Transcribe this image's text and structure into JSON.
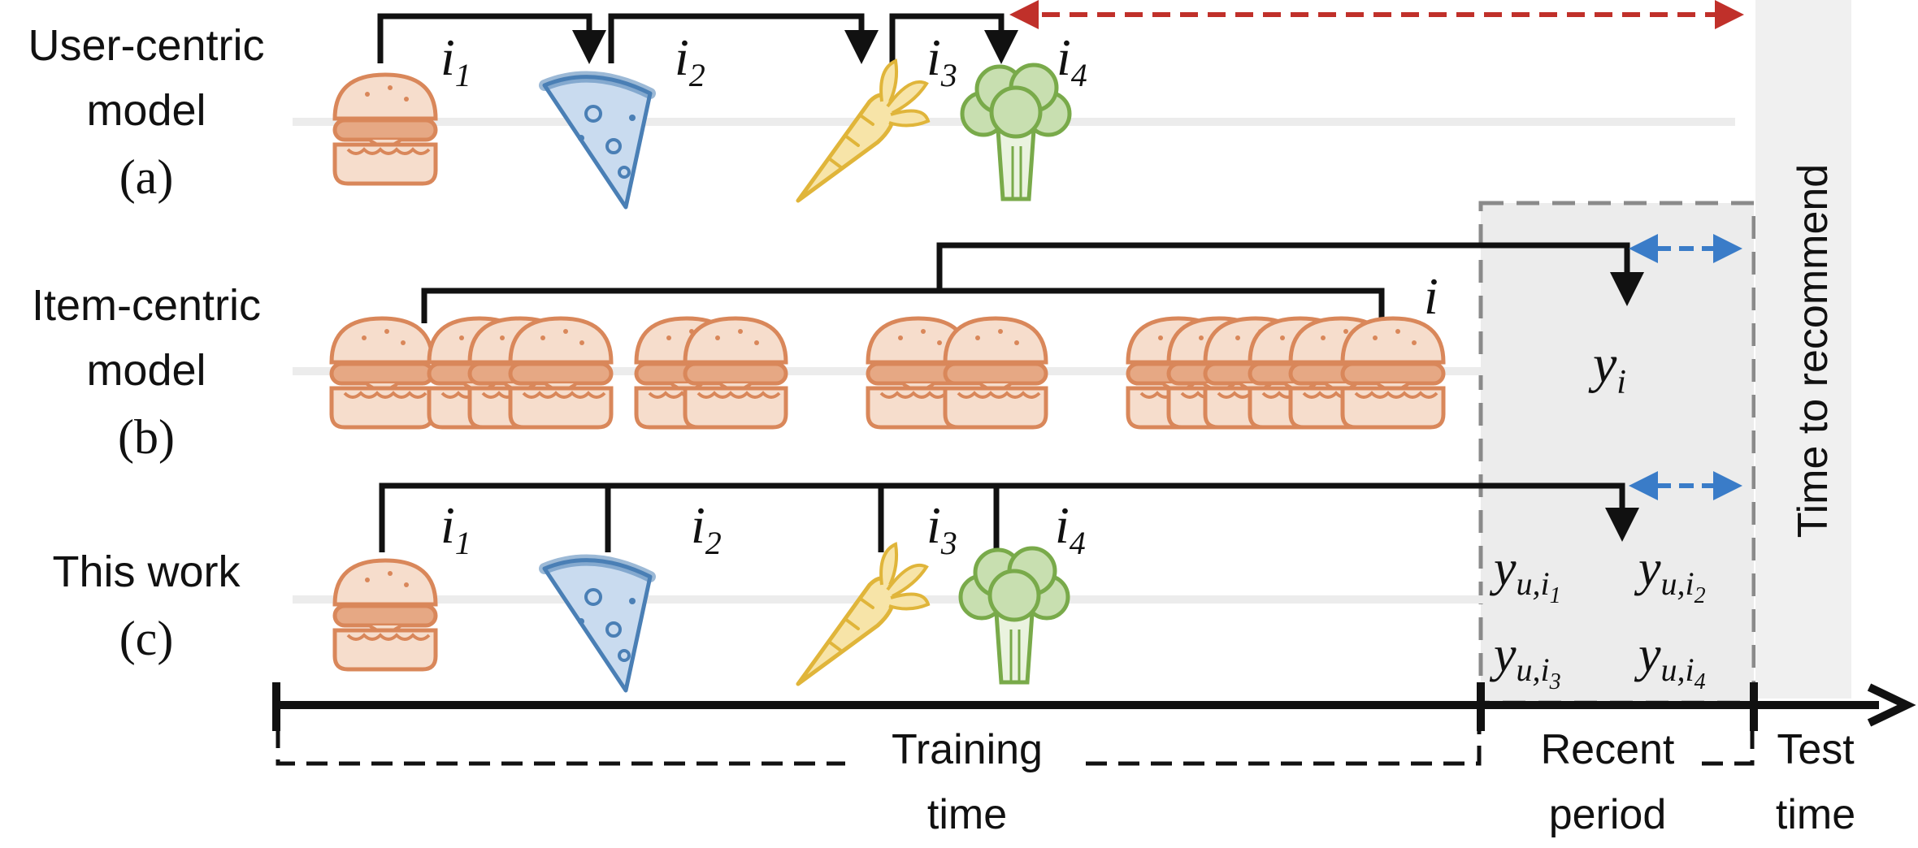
{
  "rows": {
    "a": {
      "label_line1": "User-centric",
      "label_line2": "model",
      "letter": "(a)"
    },
    "b": {
      "label_line1": "Item-centric",
      "label_line2": "model",
      "letter": "(b)"
    },
    "c": {
      "label_line1": "This work",
      "letter": "(c)"
    }
  },
  "items": {
    "i1": "i",
    "i1_sub": "1",
    "i2": "i",
    "i2_sub": "2",
    "i3": "i",
    "i3_sub": "3",
    "i4": "i",
    "i4_sub": "4",
    "i": "i"
  },
  "targets": {
    "y_i": "y",
    "y_i_sub": "i",
    "y_u": "y",
    "y_u_sub_prefix": "u,i",
    "y_u_sub_1": "1",
    "y_u_sub_2": "2",
    "y_u_sub_3": "3",
    "y_u_sub_4": "4"
  },
  "time_axis": {
    "training_line1": "Training",
    "training_line2": "time",
    "recent_line1": "Recent",
    "recent_line2": "period",
    "test_line1": "Test",
    "test_line2": "time",
    "recommend_label": "Time to recommend"
  },
  "icons": [
    "burger-icon",
    "pizza-icon",
    "carrot-icon",
    "broccoli-icon"
  ],
  "colors": {
    "burger": "#d9875a",
    "burger_fill": "#f6ddcc",
    "burger_mid": "#e6a884",
    "pizza": "#4a7fb5",
    "pizza_fill": "#c9dbef",
    "carrot": "#e0b53a",
    "carrot_fill": "#f7e4a8",
    "broccoli": "#79aa4a",
    "broccoli_fill": "#c8dfb0",
    "red_arrow": "#c0302a",
    "blue_arrow": "#3a7cc8",
    "recent_box": "#ececec"
  }
}
